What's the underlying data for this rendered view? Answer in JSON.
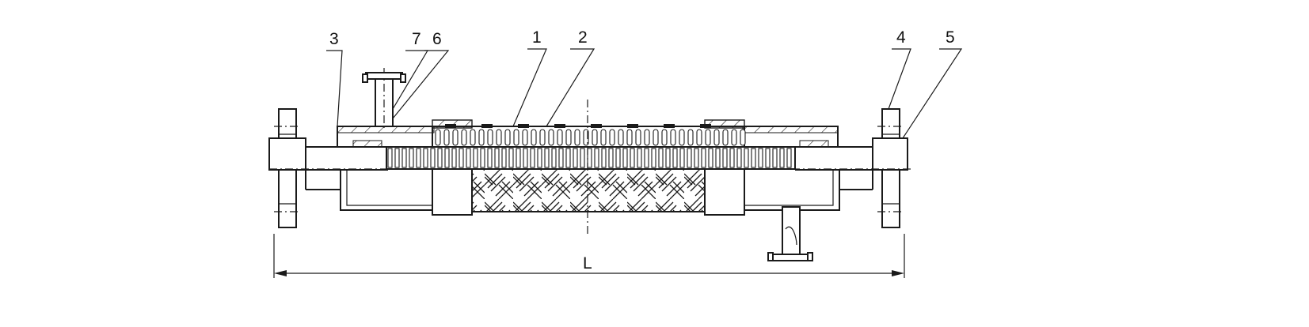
{
  "diagram": {
    "callouts": [
      {
        "id": "c3",
        "text": "3"
      },
      {
        "id": "c7",
        "text": "7"
      },
      {
        "id": "c6",
        "text": "6"
      },
      {
        "id": "c1",
        "text": "1"
      },
      {
        "id": "c2",
        "text": "2"
      },
      {
        "id": "c4",
        "text": "4"
      },
      {
        "id": "c5",
        "text": "5"
      }
    ],
    "dimension": {
      "text": "L"
    },
    "colors": {
      "line": "#1a1a1a",
      "background": "#ffffff"
    }
  }
}
